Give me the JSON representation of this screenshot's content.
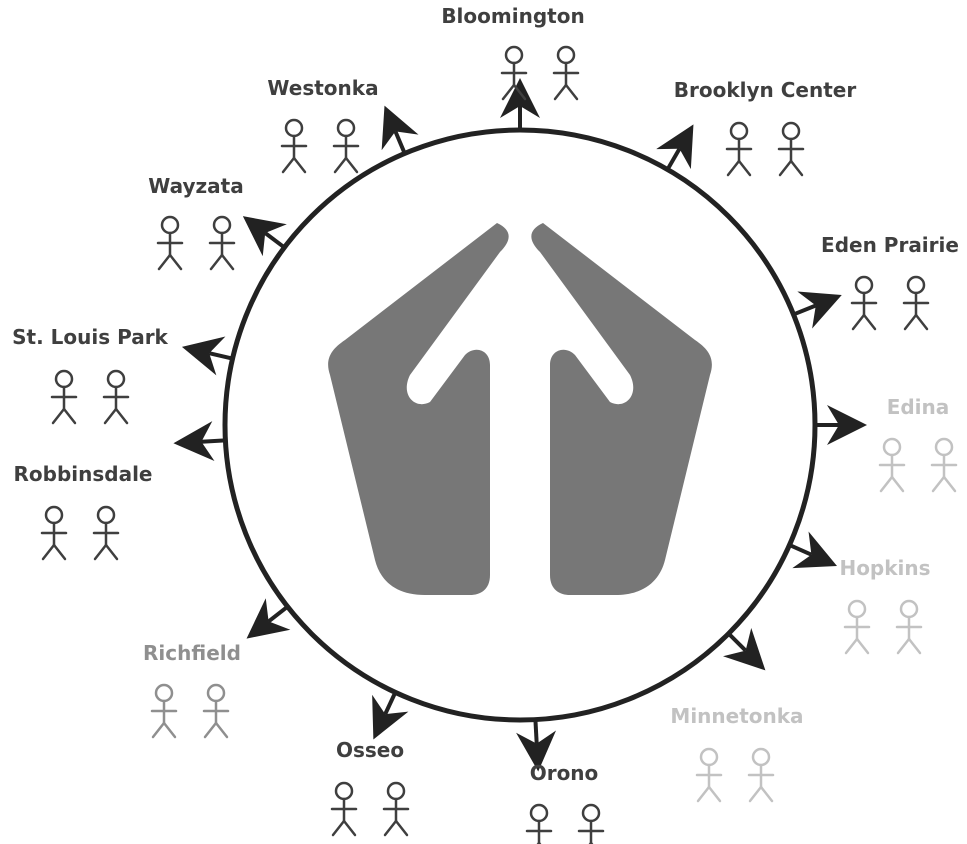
{
  "colors": {
    "ring": "#222222",
    "center_symbol": "#777777",
    "dark": "#3f3f3f",
    "medium": "#8f8f8f",
    "light": "#c2c2c2"
  },
  "center_icon": "upward-arrow-in-pentagon-icon",
  "cities": [
    {
      "name": "Bloomington",
      "shade": "dark"
    },
    {
      "name": "Brooklyn Center",
      "shade": "dark"
    },
    {
      "name": "Eden Prairie",
      "shade": "dark"
    },
    {
      "name": "Edina",
      "shade": "light"
    },
    {
      "name": "Hopkins",
      "shade": "light"
    },
    {
      "name": "Minnetonka",
      "shade": "light"
    },
    {
      "name": "Orono",
      "shade": "dark"
    },
    {
      "name": "Osseo",
      "shade": "dark"
    },
    {
      "name": "Richfield",
      "shade": "medium"
    },
    {
      "name": "Robbinsdale",
      "shade": "dark"
    },
    {
      "name": "St. Louis Park",
      "shade": "dark"
    },
    {
      "name": "Wayzata",
      "shade": "dark"
    },
    {
      "name": "Westonka",
      "shade": "dark"
    }
  ]
}
